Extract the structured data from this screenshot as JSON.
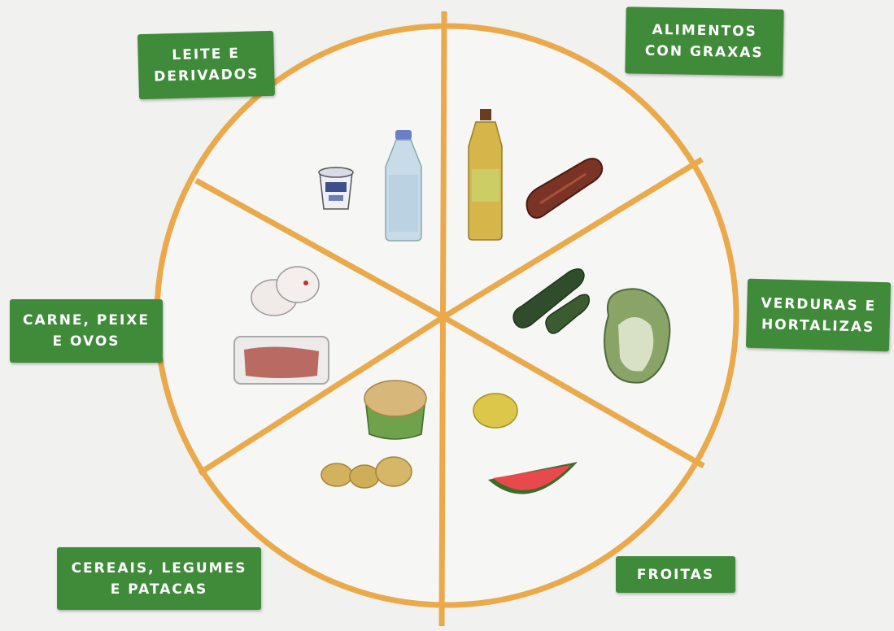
{
  "categories": {
    "leite": {
      "line1": "LEITE E",
      "line2": "DERIVADOS"
    },
    "graxas": {
      "line1": "ALIMENTOS",
      "line2": "CON GRAXAS"
    },
    "verduras": {
      "line1": "VERDURAS E",
      "line2": "HORTALIZAS"
    },
    "froitas": {
      "line1": "FROITAS"
    },
    "cereais": {
      "line1": "CEREAIS, LEGUMES",
      "line2": "E PATACAS"
    },
    "carne": {
      "line1": "CARNE, PEIXE",
      "line2": "E OVOS"
    }
  },
  "colors": {
    "wheel_line": "#eaa94a",
    "label_bg": "#3f8b3a",
    "label_text": "#ffffff",
    "wheel_fill": "#f6f6f5"
  }
}
